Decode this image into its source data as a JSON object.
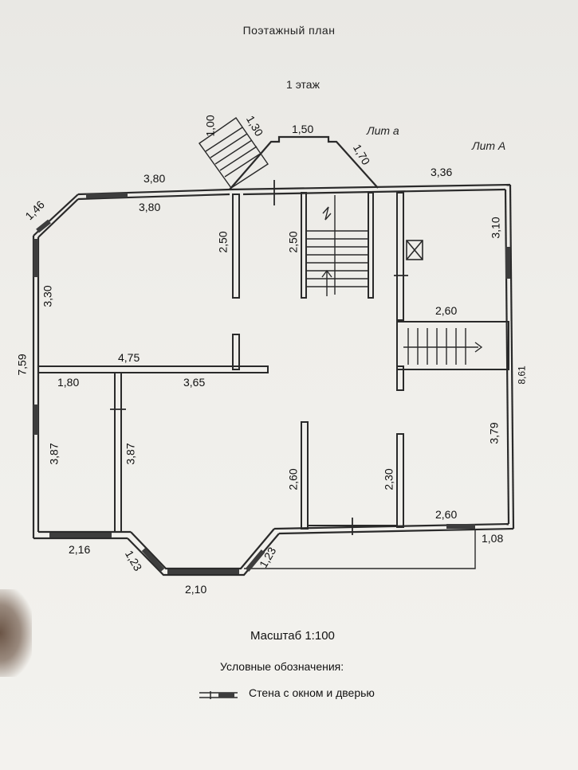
{
  "header": {
    "title": "Поэтажный план",
    "floor": "1 этаж",
    "lit_a_small": "Лит а",
    "lit_a": "Лит А"
  },
  "dimensions": {
    "stair_out_1": "1,00",
    "stair_out_2": "1,30",
    "bay_top": "1,50",
    "bay_right": "1,70",
    "top_left_outer": "3,80",
    "top_left_inner": "3,80",
    "top_right_outer": "3,36",
    "corner_tl": "1,46",
    "left_upper": "3,30",
    "left_total": "7,59",
    "partition_250_a": "2,50",
    "partition_250_b": "2,50",
    "right_upper": "3,10",
    "stair_landing": "2,60",
    "mid_wall": "4,75",
    "left_room_w": "1,80",
    "mid_room_w": "3,65",
    "right_total": "8,61",
    "right_lower": "3,79",
    "left_lower": "3,87",
    "left_lower_inner": "3,87",
    "lower_partition_a": "2,60",
    "lower_partition_b": "2,30",
    "bottom_right_win": "2,60",
    "bottom_right_step": "1,08",
    "bottom_left": "2,16",
    "bay_bottom_left": "1,23",
    "bay_bottom_right": "1,23",
    "bay_bottom": "2,10"
  },
  "footer": {
    "scale": "Масштаб 1:100",
    "legend_title": "Условные обозначения:",
    "legend_item": "Стена с окном и дверью"
  },
  "colors": {
    "wall": "#2a2a2a",
    "window": "#3d3d3d",
    "paper": "#efeeea"
  }
}
